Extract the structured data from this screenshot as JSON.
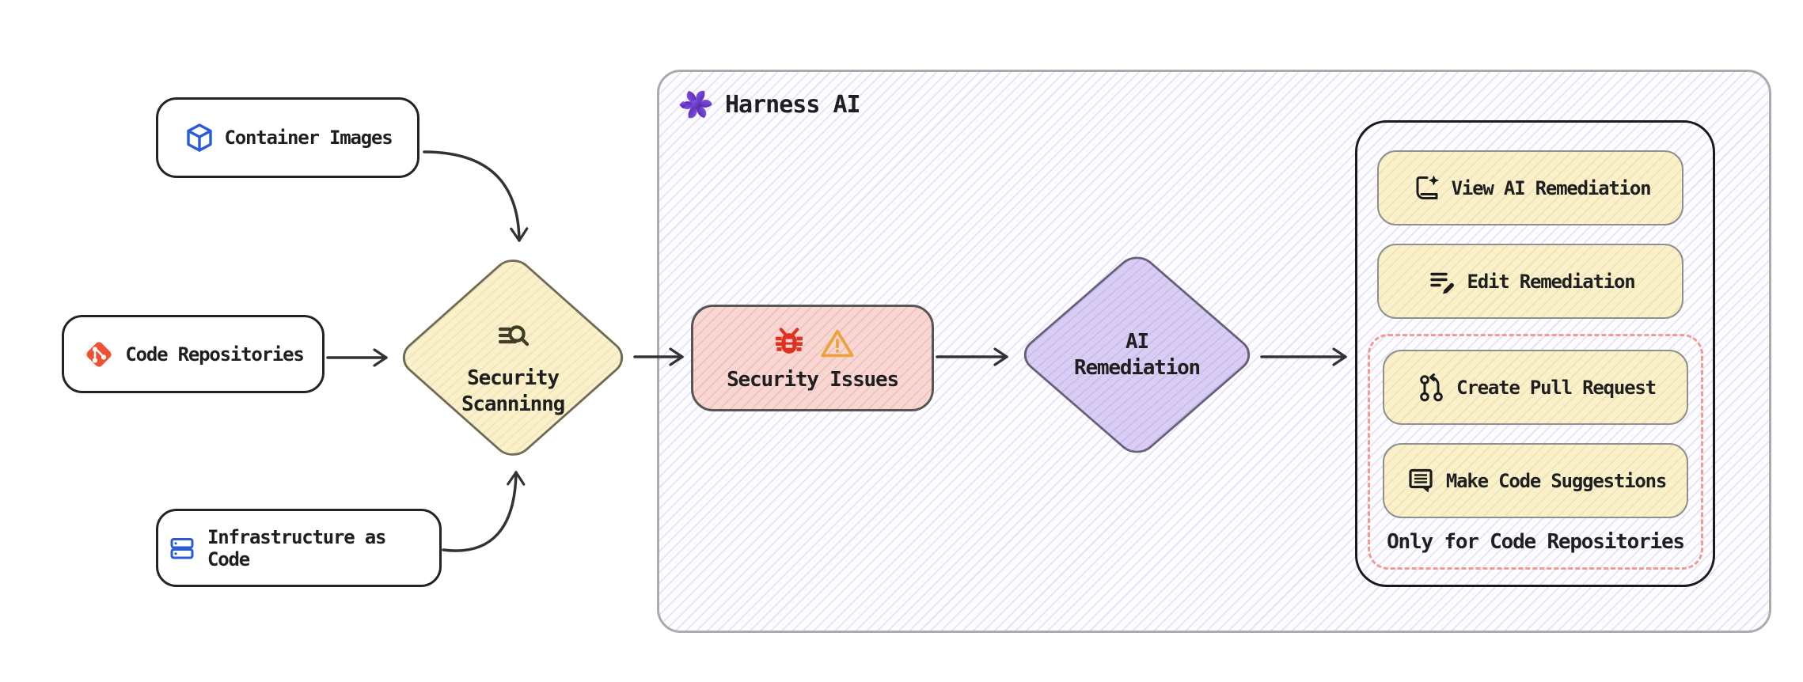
{
  "harness": {
    "title": "Harness AI",
    "logo_icon": "harness-flower-icon"
  },
  "sources": [
    {
      "label": "Container Images",
      "icon": "cube-icon"
    },
    {
      "label": "Code Repositories",
      "icon": "git-icon"
    },
    {
      "label": "Infrastructure as Code",
      "icon": "server-stack-icon"
    }
  ],
  "scanning": {
    "line1": "Security",
    "line2": "Scanninng",
    "icon": "search-lines-icon"
  },
  "issues": {
    "label": "Security Issues",
    "icons": [
      "bug-icon",
      "warning-triangle-icon"
    ]
  },
  "ai_remediation": {
    "line1": "AI",
    "line2": "Remediation"
  },
  "actions": {
    "view_label": "View AI Remediation",
    "edit_label": "Edit Remediation",
    "create_pr_label": "Create Pull Request",
    "suggest_label": "Make Code Suggestions",
    "restriction_note": "Only for Code Repositories"
  },
  "colors": {
    "yellow_fill": "#faf1ca",
    "pink_fill": "#f8d6d2",
    "purple_fill": "#d9cdf4",
    "hatch_line": "#dcd9f3",
    "container_border": "#ababab",
    "panel_border": "#1a1a1a",
    "dashed_border": "#f09b93",
    "arrow": "#333333",
    "git_red": "#f05033",
    "blue_icon": "#2a5bd7",
    "bug_red": "#e0301e",
    "warning_orange": "#eda23f",
    "harness_purple": "#6d3bef"
  }
}
